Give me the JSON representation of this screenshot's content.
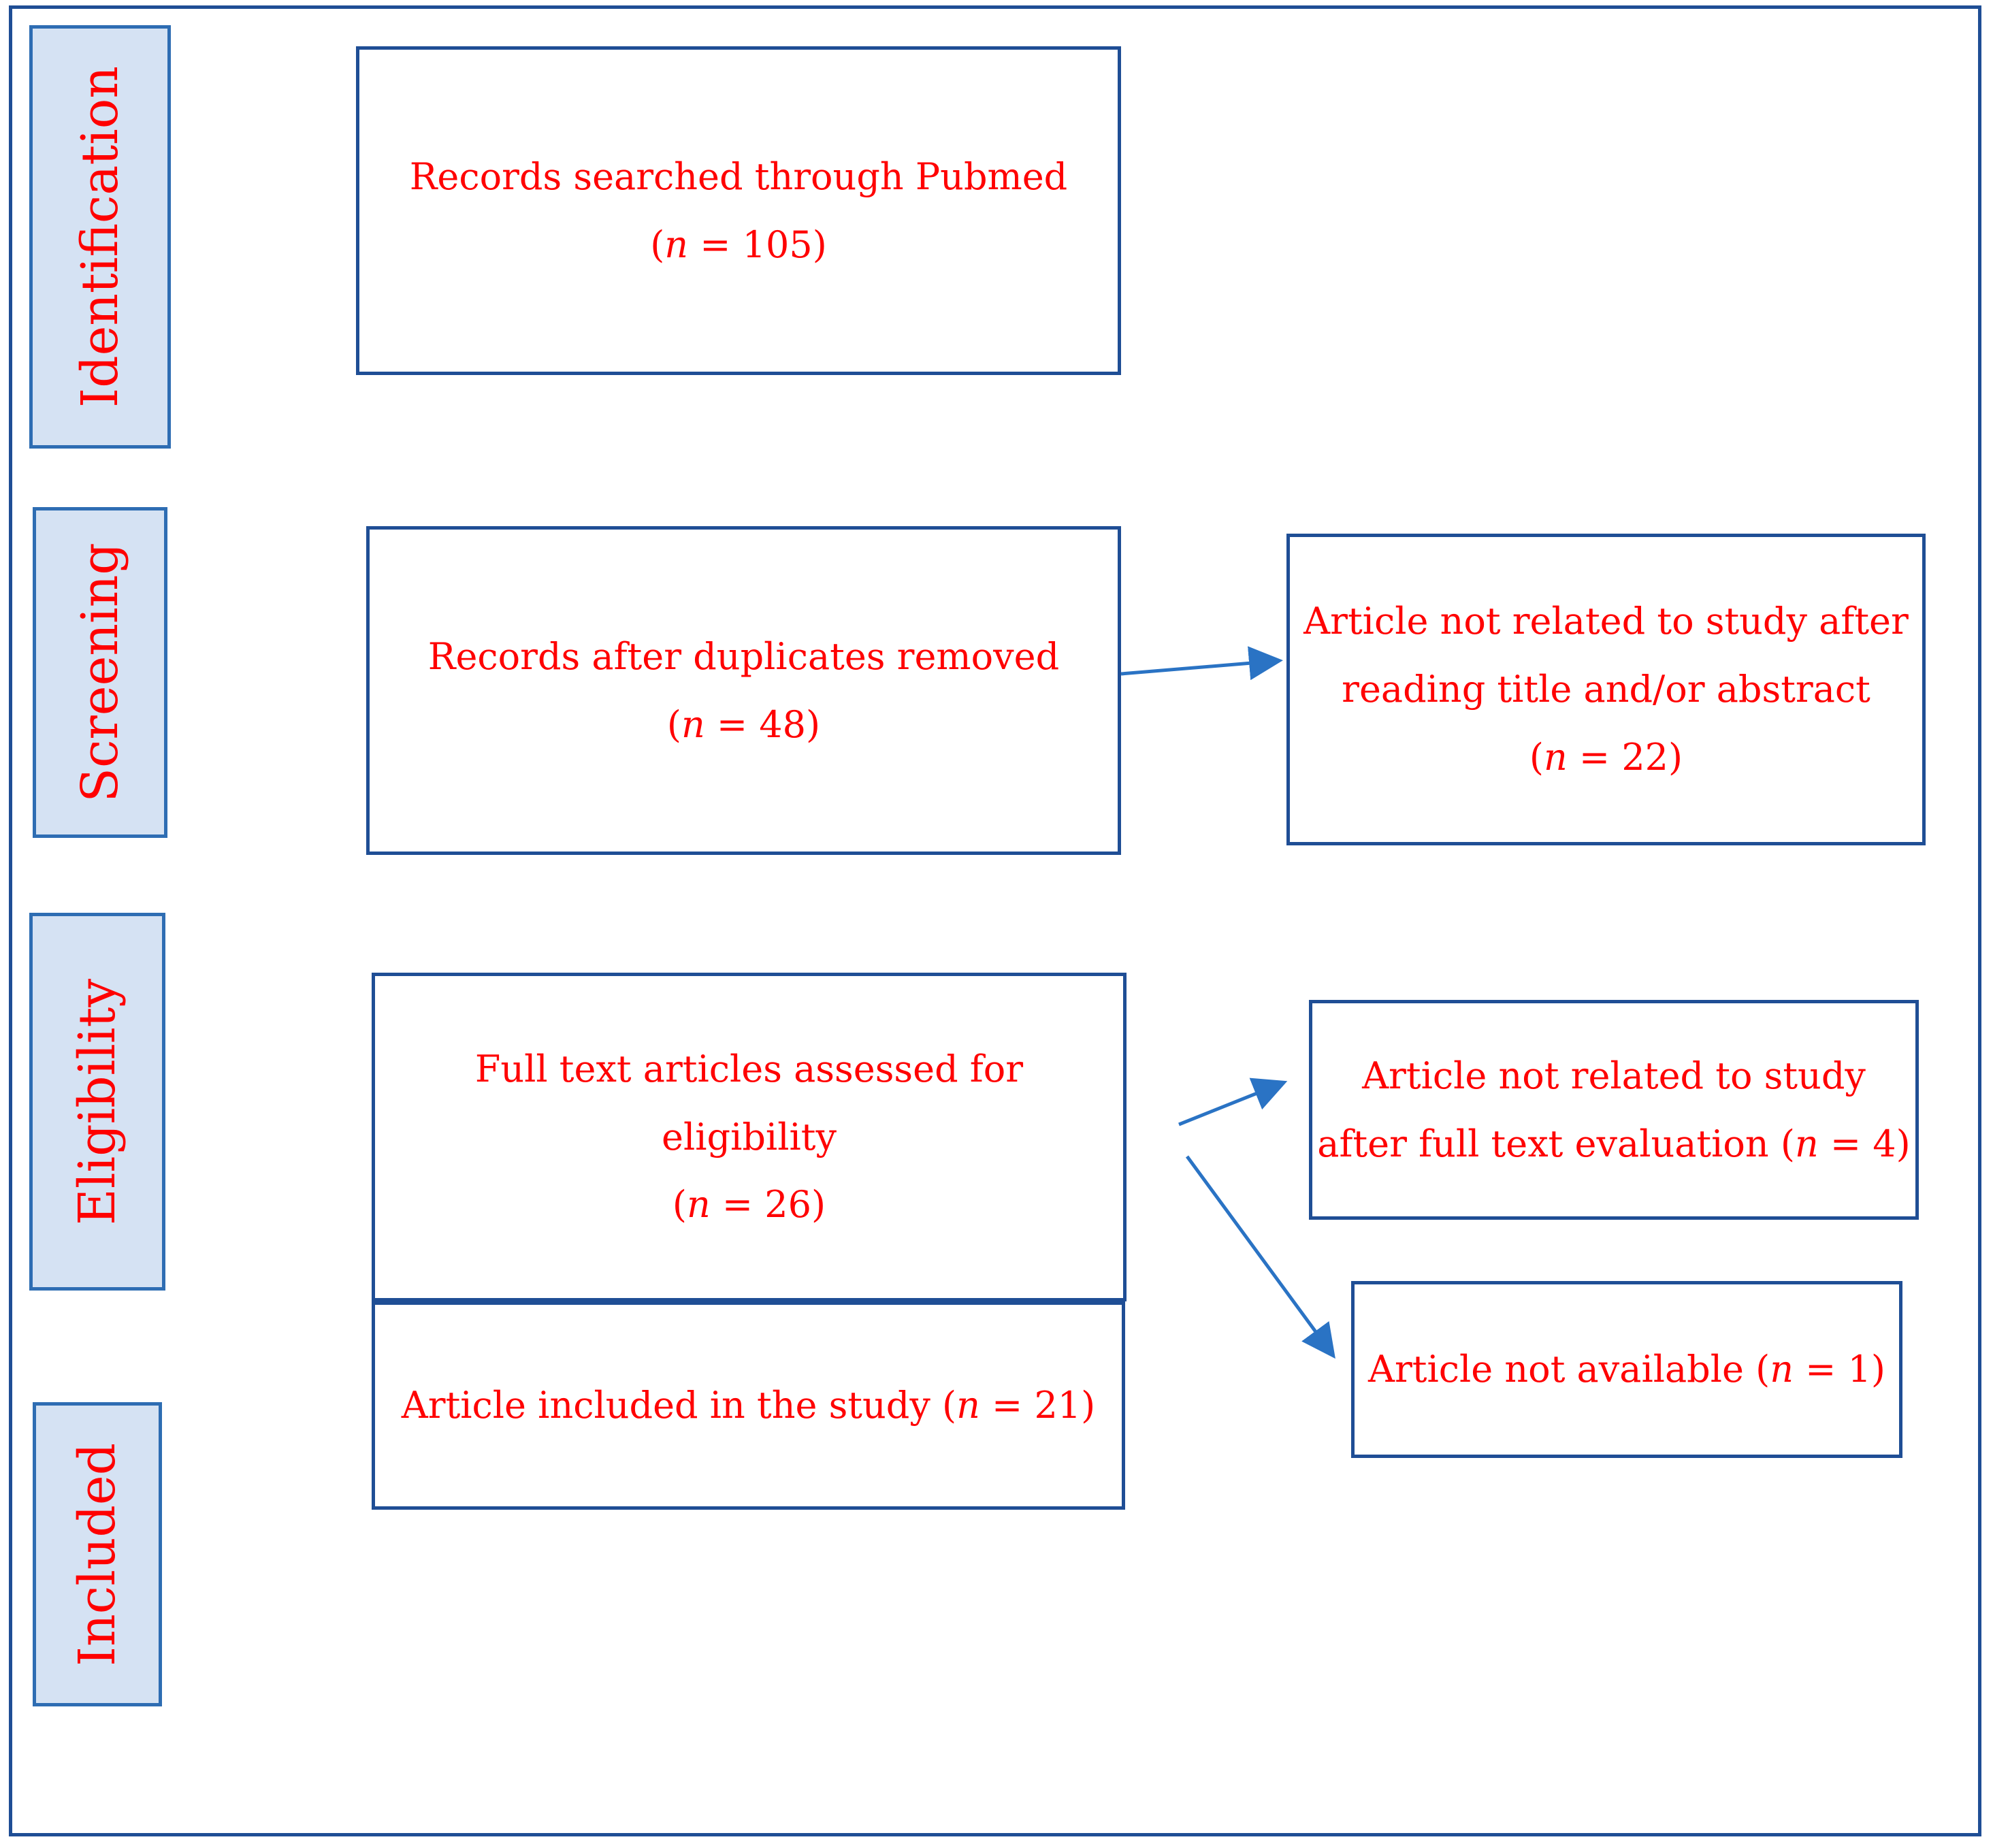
{
  "stages": [
    {
      "id": "identification",
      "label": "Identification"
    },
    {
      "id": "screening",
      "label": "Screening"
    },
    {
      "id": "eligibility",
      "label": "Eligibility"
    },
    {
      "id": "included",
      "label": "Included"
    }
  ],
  "boxes": {
    "pubmed": {
      "line1": "Records searched through Pubmed",
      "count_prefix": "(",
      "n_symbol": "n",
      "count_suffix": " = 105)"
    },
    "duplicates": {
      "line1": "Records after duplicates removed",
      "count_prefix": "(",
      "n_symbol": "n",
      "count_suffix": " = 48)"
    },
    "excluded_abstract": {
      "line1": "Article not related to study after",
      "line2": "reading title and/or abstract",
      "count_prefix": "(",
      "n_symbol": "n",
      "count_suffix": " = 22)"
    },
    "full_text": {
      "line1": "Full text articles assessed for",
      "line2": "eligibility",
      "count_prefix": "(",
      "n_symbol": "n",
      "count_suffix": " = 26)"
    },
    "excluded_fulltext": {
      "line1": "Article not related to study",
      "line2_prefix": "after full text evaluation (",
      "n_symbol": "n",
      "count_suffix": " = 4)"
    },
    "not_available": {
      "line1_prefix": "Article not available (",
      "n_symbol": "n",
      "count_suffix": " = 1)"
    },
    "included": {
      "line1_prefix": "Article included in the study (",
      "n_symbol": "n",
      "count_suffix": " = 21)"
    }
  },
  "colors": {
    "text": "#ff0000",
    "border": "#1f4e95",
    "stage_fill": "#d5e2f3",
    "arrow": "#2a73c4"
  }
}
